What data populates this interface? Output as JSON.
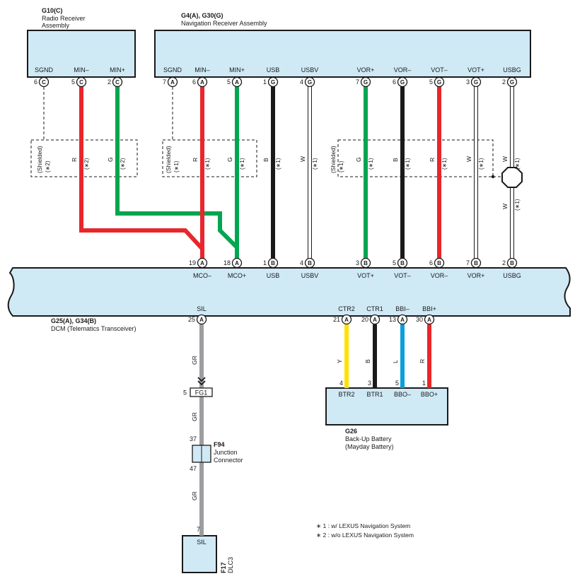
{
  "components": {
    "g10": {
      "id": "G10(C)",
      "name": [
        "Radio Receiver",
        "Assembly"
      ]
    },
    "g4": {
      "id": "G4(A), G30(G)",
      "name": [
        "Navigation Receiver Assembly"
      ]
    },
    "dcm": {
      "id": "G25(A), G34(B)",
      "name": [
        "DCM (Telematics Transceiver)"
      ]
    },
    "g26": {
      "id": "G26",
      "name": [
        "Back-Up Battery",
        "(Mayday Battery)"
      ]
    },
    "f94": {
      "id": "F94",
      "name": [
        "Junction",
        "Connector"
      ]
    },
    "f17": {
      "id": "F17",
      "name": [
        "DLC3"
      ]
    },
    "fg1": {
      "id": "FG1"
    }
  },
  "pins": {
    "g10": [
      {
        "label": "SGND",
        "num": "6",
        "conn": "C"
      },
      {
        "label": "MIN–",
        "num": "5",
        "conn": "C"
      },
      {
        "label": "MIN+",
        "num": "2",
        "conn": "C"
      }
    ],
    "g4": [
      {
        "label": "SGND",
        "num": "7",
        "conn": "A"
      },
      {
        "label": "MIN–",
        "num": "6",
        "conn": "A"
      },
      {
        "label": "MIN+",
        "num": "5",
        "conn": "A"
      },
      {
        "label": "USB",
        "num": "1",
        "conn": "G"
      },
      {
        "label": "USBV",
        "num": "4",
        "conn": "G"
      },
      {
        "label": "VOR+",
        "num": "7",
        "conn": "G"
      },
      {
        "label": "VOR–",
        "num": "6",
        "conn": "G"
      },
      {
        "label": "VOT–",
        "num": "5",
        "conn": "G"
      },
      {
        "label": "VOT+",
        "num": "3",
        "conn": "G"
      },
      {
        "label": "USBG",
        "num": "2",
        "conn": "G"
      }
    ],
    "dcm_top": [
      {
        "label": "MCO–",
        "num": "19",
        "conn": "A"
      },
      {
        "label": "MCO+",
        "num": "18",
        "conn": "A"
      },
      {
        "label": "USB",
        "num": "1",
        "conn": "B"
      },
      {
        "label": "USBV",
        "num": "4",
        "conn": "B"
      },
      {
        "label": "VOT+",
        "num": "3",
        "conn": "B"
      },
      {
        "label": "VOT–",
        "num": "5",
        "conn": "B"
      },
      {
        "label": "VOR–",
        "num": "6",
        "conn": "B"
      },
      {
        "label": "VOR+",
        "num": "7",
        "conn": "B"
      },
      {
        "label": "USBG",
        "num": "2",
        "conn": "B"
      }
    ],
    "dcm_bottom": [
      {
        "label": "SIL",
        "num": "25",
        "conn": "A"
      },
      {
        "label": "CTR2",
        "num": "21",
        "conn": "A"
      },
      {
        "label": "CTR1",
        "num": "20",
        "conn": "A"
      },
      {
        "label": "BBI–",
        "num": "13",
        "conn": "A"
      },
      {
        "label": "BBI+",
        "num": "30",
        "conn": "A"
      }
    ],
    "g26": [
      {
        "label": "BTR2",
        "num": "4"
      },
      {
        "label": "BTR1",
        "num": "3"
      },
      {
        "label": "BBO–",
        "num": "5"
      },
      {
        "label": "BBO+",
        "num": "1"
      }
    ],
    "fg1_num": "5",
    "f94_in": "37",
    "f94_out": "47",
    "f17": {
      "label": "SIL",
      "num": "7"
    }
  },
  "wires": {
    "shield_text": "(Shielded)",
    "g10_r": {
      "code": "R",
      "note": "(∗2)"
    },
    "g10_g": {
      "code": "G",
      "note": "(∗2)"
    },
    "g10_shield_note": "(∗2)",
    "g4_shield_note": "(∗1)",
    "g4_r": {
      "code": "R",
      "note": "(∗1)"
    },
    "g4_g": {
      "code": "G",
      "note": "(∗1)"
    },
    "usb": {
      "code": "B",
      "note": "(∗1)"
    },
    "usbv": {
      "code": "W",
      "note": "(∗1)"
    },
    "vor_shield_note": "(∗1)",
    "vor_p": {
      "code": "G",
      "note": "(∗1)"
    },
    "vor_n": {
      "code": "B",
      "note": "(∗1)"
    },
    "vot_n": {
      "code": "R",
      "note": "(∗1)"
    },
    "vot_p": {
      "code": "W",
      "note": "(∗1)"
    },
    "usbg_top": {
      "code": "W",
      "note": "(∗1)"
    },
    "usbg_bottom": {
      "code": "W",
      "note": "(∗1)"
    },
    "sil1": "GR",
    "sil2": "GR",
    "sil3": "GR",
    "ctr2": "Y",
    "ctr1": "B",
    "bbi_n": "L",
    "bbi_p": "R"
  },
  "notes": [
    "∗ 1 : w/ LEXUS Navigation System",
    "∗ 2 : w/o LEXUS Navigation System"
  ],
  "colors": {
    "red": "#e8262b",
    "green": "#00a650",
    "black": "#1a1a1a",
    "white": "#ffffff",
    "gray": "#9c9da0",
    "yellow": "#ffe100",
    "blue": "#0aa0dc",
    "box_fill": "#cfe9f5"
  }
}
